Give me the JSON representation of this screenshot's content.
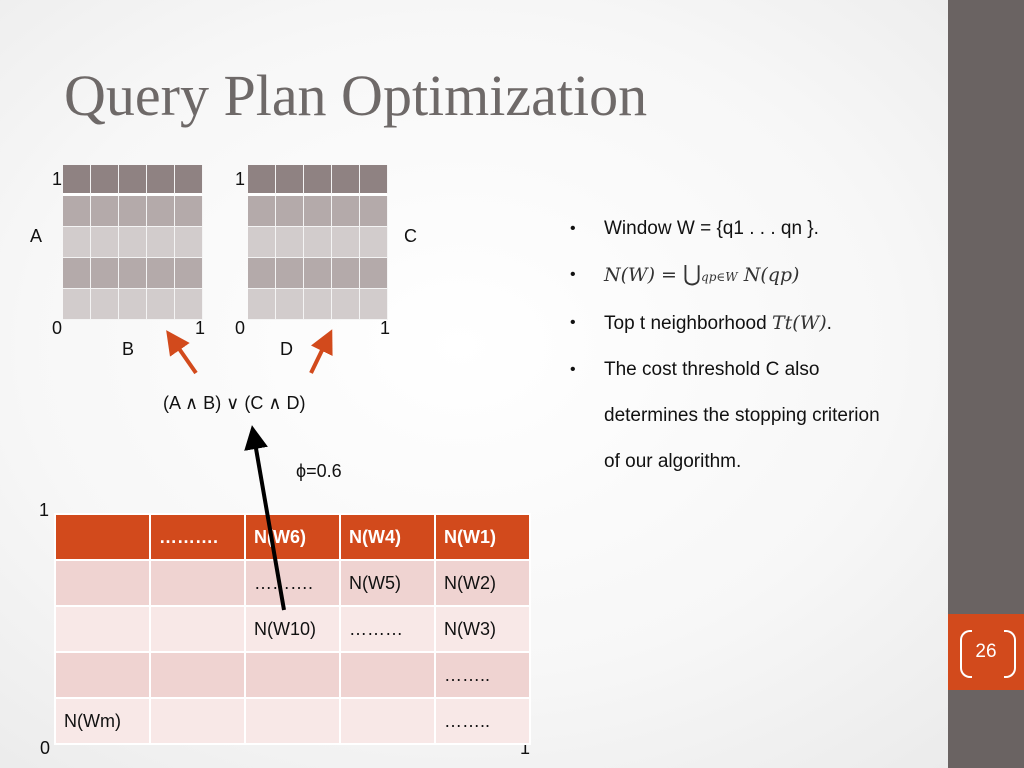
{
  "slide": {
    "title": "Query Plan Optimization",
    "page_number": "26"
  },
  "grid_a": {
    "top_label": "1",
    "left_label": "A",
    "origin_label": "0",
    "right_label": "1",
    "bottom_label": "B"
  },
  "grid_c": {
    "top_label": "1",
    "right_side_label": "C",
    "origin_label": "0",
    "right_label": "1",
    "bottom_label": "D"
  },
  "expression": "(A ∧ B) ∨ (C ∧ D)",
  "phi_label": "ϕ=0.6",
  "table": {
    "top_label": "1",
    "origin_label": "0",
    "right_label": "1",
    "rows": [
      [
        "",
        "……….",
        "N(W6)",
        "N(W4)",
        "N(W1)"
      ],
      [
        "",
        "",
        "……….",
        "N(W5)",
        "N(W2)"
      ],
      [
        "",
        "",
        "N(W10)",
        "………",
        "N(W3)"
      ],
      [
        "",
        "",
        "",
        "",
        "…….."
      ],
      [
        "N(Wm)",
        "",
        "",
        "",
        "…….."
      ]
    ]
  },
  "bullets": {
    "marker": "•",
    "window": "Window W = {q1 . . . qn }.",
    "formula_lhs": "N(W)",
    "formula_eq": "=",
    "formula_union": "⋃",
    "formula_sub": "qp∈W",
    "formula_rhs": "N(qp)",
    "topt_prefix": "Top t neighborhood ",
    "topt_T": "T",
    "topt_sub": "t",
    "topt_arg": "(W)",
    "topt_end": ".",
    "threshold": "The cost threshold C also determines the stopping criterion of our algorithm."
  },
  "colors": {
    "accent": "#d24a1c",
    "sidebar": "#6a6362",
    "arrow_orange": "#d24a1c",
    "arrow_black": "#000000"
  }
}
